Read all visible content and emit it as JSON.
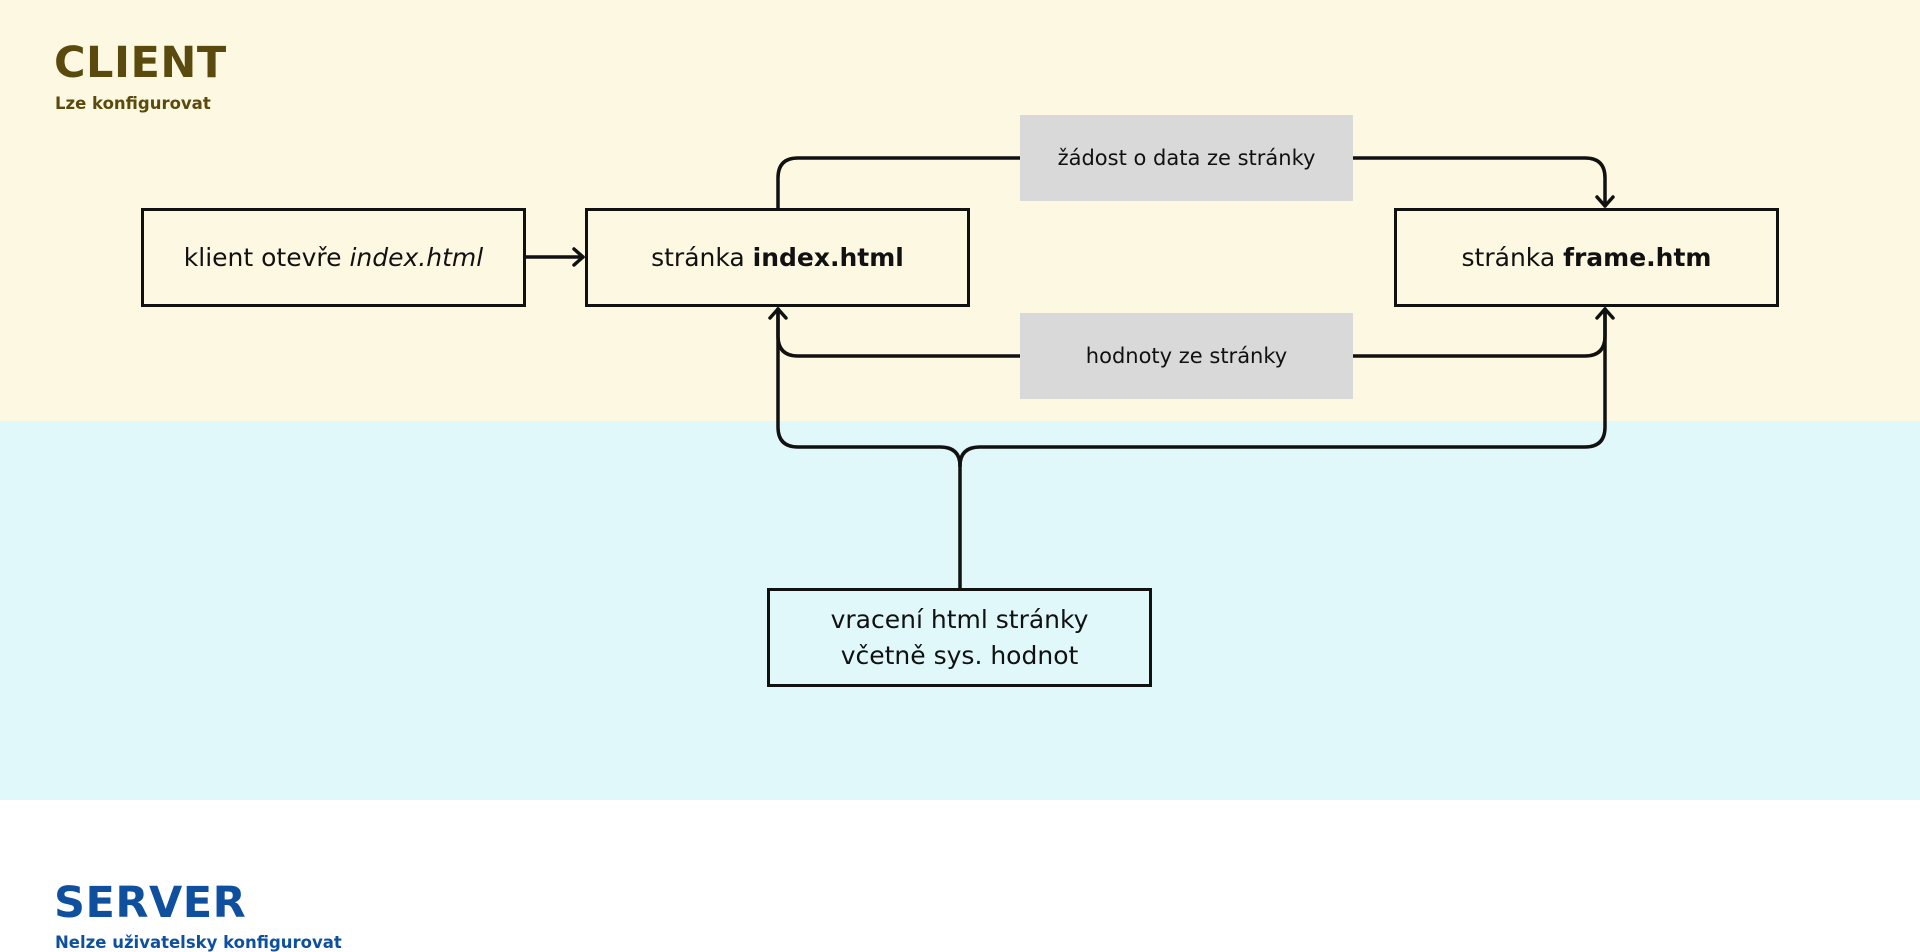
{
  "client": {
    "title": "CLIENT",
    "subtitle": "Lze konfigurovat",
    "color": "#5a4a0e",
    "background": "#fdf8e1"
  },
  "server": {
    "title": "SERVER",
    "subtitle": "Nelze uživatelsky konfigurovat",
    "color": "#0e4f9e",
    "background": "#e0f8f9"
  },
  "nodes": {
    "client_open": {
      "text": "klient otevře ",
      "emphasis": "index.html"
    },
    "index_page": {
      "text": "stránka ",
      "emphasis": "index.html"
    },
    "frame_page": {
      "text": "stránka ",
      "emphasis": "frame.htm"
    },
    "server_return": {
      "line1": "vracení html stránky",
      "line2": "včetně sys. hodnot"
    }
  },
  "edge_labels": {
    "request": "žádost o data ze stránky",
    "values": "hodnoty ze stránky"
  },
  "edges": [
    {
      "from": "client_open",
      "to": "index_page"
    },
    {
      "from": "index_page",
      "to": "frame_page",
      "label": "request"
    },
    {
      "from": "frame_page",
      "to": "index_page",
      "label": "values"
    },
    {
      "from": "server_return",
      "to": "index_page"
    },
    {
      "from": "server_return",
      "to": "frame_page"
    }
  ]
}
